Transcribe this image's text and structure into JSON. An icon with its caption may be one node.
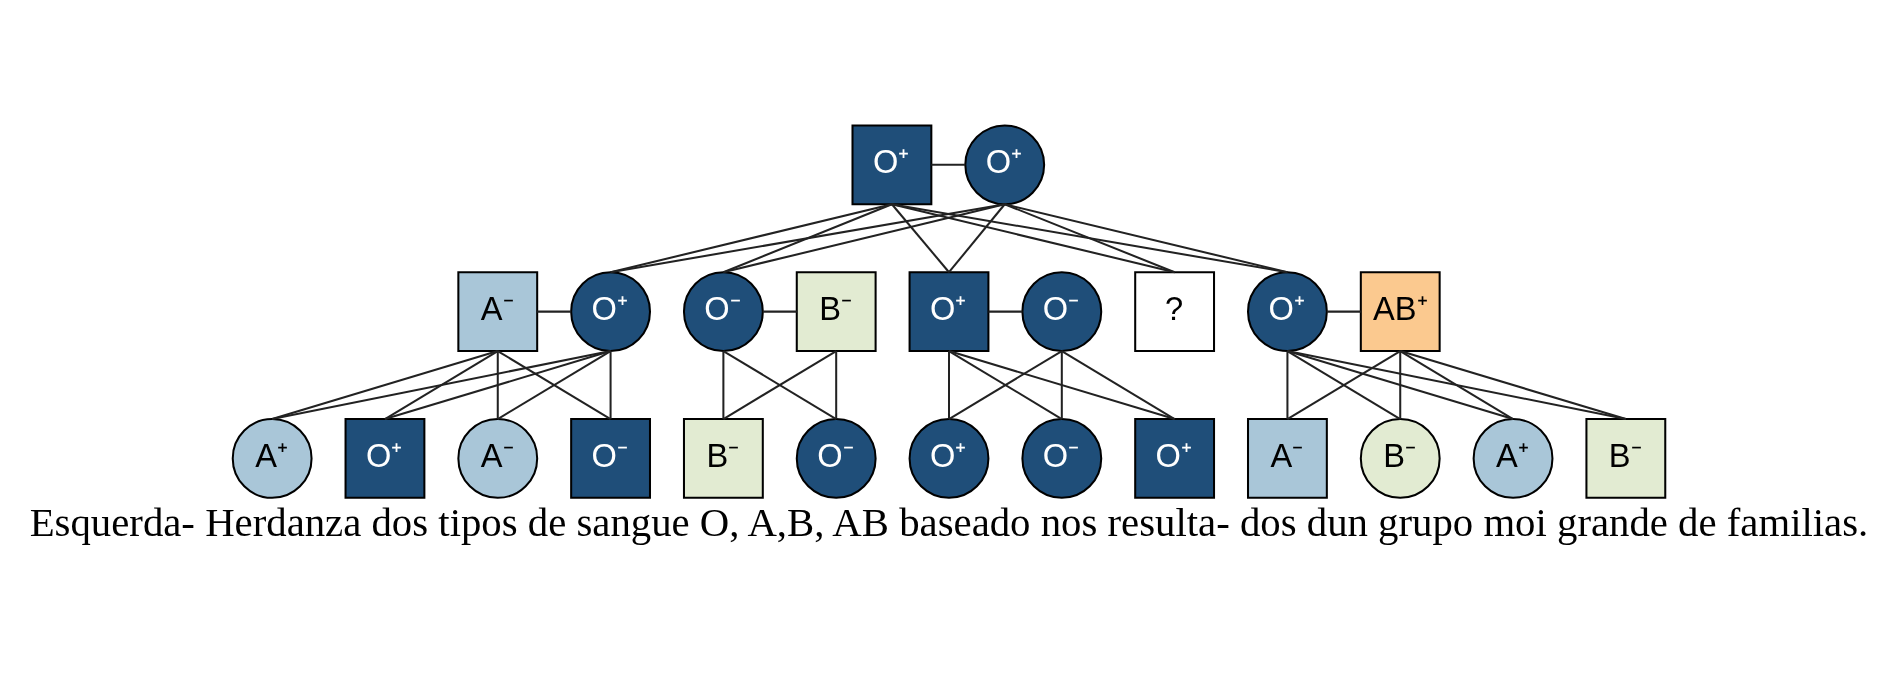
{
  "diagram": {
    "caption": "Esquerda- Herdanza dos tipos de sangue O, A,B, AB baseado nos resulta- dos dun grupo moi grande de familias.",
    "nodes": [
      {
        "text": [
          "O⁺"
        ]
      },
      {
        "text": [
          "O⁺"
        ]
      },
      {
        "text": [
          "A⁻"
        ]
      },
      {
        "text": [
          "O⁺"
        ]
      },
      {
        "text": [
          "O⁻"
        ]
      },
      {
        "text": [
          "B⁻"
        ]
      },
      {
        "text": [
          "O⁺"
        ]
      },
      {
        "text": [
          "O⁻"
        ]
      },
      {
        "text": [
          "?"
        ]
      },
      {
        "text": [
          "O⁺"
        ]
      },
      {
        "text": [
          "AB⁺"
        ]
      },
      {
        "text": [
          "A⁺"
        ]
      },
      {
        "text": [
          "O⁺"
        ]
      },
      {
        "text": [
          "A⁻"
        ]
      },
      {
        "text": [
          "O⁻"
        ]
      },
      {
        "text": [
          "B⁻"
        ]
      },
      {
        "text": [
          "O⁻"
        ]
      },
      {
        "text": [
          "O⁺"
        ]
      },
      {
        "text": [
          "O⁻"
        ]
      },
      {
        "text": [
          "O⁺"
        ]
      },
      {
        "text": [
          "A⁻"
        ]
      },
      {
        "text": [
          "B⁻"
        ]
      },
      {
        "text": [
          "A⁺"
        ]
      },
      {
        "text": [
          "B⁻"
        ]
      }
    ],
    "edges": [
      {
        "from": 0,
        "to": 1,
        "arrow": "none"
      },
      {
        "from": 0,
        "to": 3,
        "arrow": "none"
      },
      {
        "from": 1,
        "to": 3,
        "arrow": "none"
      },
      {
        "from": 0,
        "to": 4,
        "arrow": "none"
      },
      {
        "from": 1,
        "to": 4,
        "arrow": "none"
      },
      {
        "from": 0,
        "to": 6,
        "arrow": "none"
      },
      {
        "from": 1,
        "to": 6,
        "arrow": "none"
      },
      {
        "from": 0,
        "to": 8,
        "arrow": "none"
      },
      {
        "from": 1,
        "to": 8,
        "arrow": "none"
      },
      {
        "from": 0,
        "to": 9,
        "arrow": "none"
      },
      {
        "from": 1,
        "to": 9,
        "arrow": "none"
      },
      {
        "from": 2,
        "to": 3,
        "arrow": "none"
      },
      {
        "from": 2,
        "to": 11,
        "arrow": "none"
      },
      {
        "from": 3,
        "to": 11,
        "arrow": "none"
      },
      {
        "from": 2,
        "to": 12,
        "arrow": "none"
      },
      {
        "from": 3,
        "to": 12,
        "arrow": "none"
      },
      {
        "from": 2,
        "to": 13,
        "arrow": "none"
      },
      {
        "from": 3,
        "to": 13,
        "arrow": "none"
      },
      {
        "from": 2,
        "to": 14,
        "arrow": "none"
      },
      {
        "from": 3,
        "to": 14,
        "arrow": "none"
      },
      {
        "from": 4,
        "to": 5,
        "arrow": "none"
      },
      {
        "from": 4,
        "to": 15,
        "arrow": "none"
      },
      {
        "from": 5,
        "to": 15,
        "arrow": "none"
      },
      {
        "from": 4,
        "to": 16,
        "arrow": "none"
      },
      {
        "from": 5,
        "to": 16,
        "arrow": "none"
      },
      {
        "from": 6,
        "to": 7,
        "arrow": "none"
      },
      {
        "from": 6,
        "to": 17,
        "arrow": "none"
      },
      {
        "from": 7,
        "to": 17,
        "arrow": "none"
      },
      {
        "from": 6,
        "to": 18,
        "arrow": "none"
      },
      {
        "from": 7,
        "to": 18,
        "arrow": "none"
      },
      {
        "from": 6,
        "to": 19,
        "arrow": "none"
      },
      {
        "from": 7,
        "to": 19,
        "arrow": "none"
      },
      {
        "from": 9,
        "to": 10,
        "arrow": "none"
      },
      {
        "from": 9,
        "to": 20,
        "arrow": "none"
      },
      {
        "from": 10,
        "to": 20,
        "arrow": "none"
      },
      {
        "from": 9,
        "to": 21,
        "arrow": "none"
      },
      {
        "from": 10,
        "to": 21,
        "arrow": "none"
      },
      {
        "from": 9,
        "to": 22,
        "arrow": "none"
      },
      {
        "from": 10,
        "to": 22,
        "arrow": "none"
      },
      {
        "from": 9,
        "to": 23,
        "arrow": "none"
      },
      {
        "from": 10,
        "to": 23,
        "arrow": "none"
      }
    ]
  }
}
